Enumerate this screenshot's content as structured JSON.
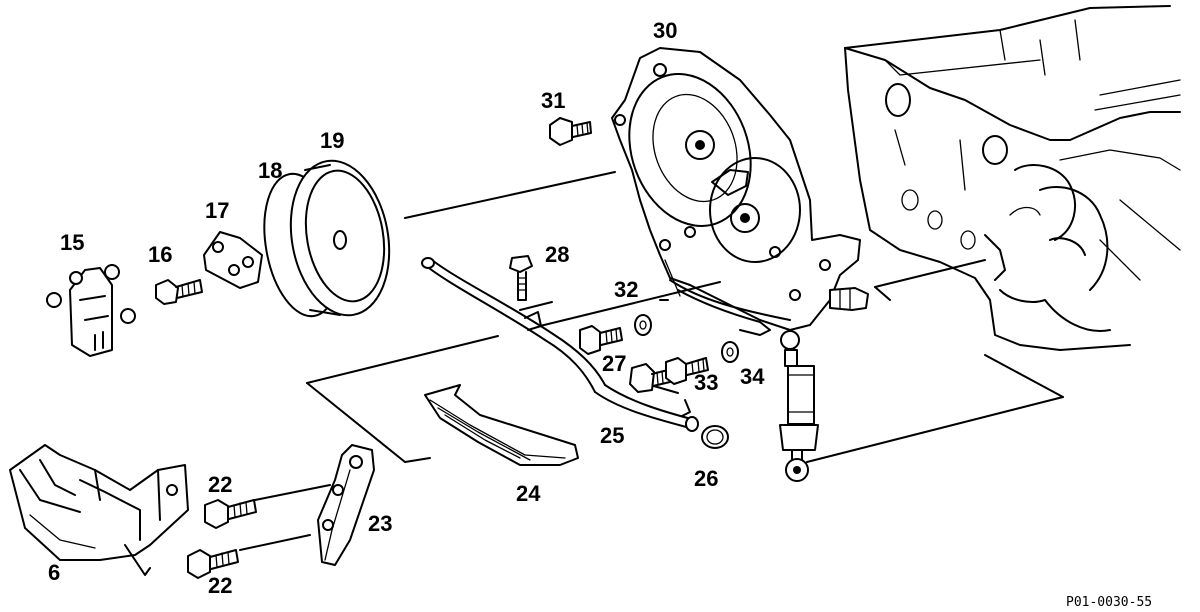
{
  "diagram": {
    "drawing_code": "P01-0030-55",
    "callouts": [
      {
        "id": "c6",
        "text": "6"
      },
      {
        "id": "c15",
        "text": "15"
      },
      {
        "id": "c16",
        "text": "16"
      },
      {
        "id": "c17",
        "text": "17"
      },
      {
        "id": "c18",
        "text": "18"
      },
      {
        "id": "c19",
        "text": "19"
      },
      {
        "id": "c22a",
        "text": "22"
      },
      {
        "id": "c22b",
        "text": "22"
      },
      {
        "id": "c23",
        "text": "23"
      },
      {
        "id": "c24",
        "text": "24"
      },
      {
        "id": "c25",
        "text": "25"
      },
      {
        "id": "c26",
        "text": "26"
      },
      {
        "id": "c27",
        "text": "27"
      },
      {
        "id": "c28",
        "text": "28"
      },
      {
        "id": "c30",
        "text": "30"
      },
      {
        "id": "c31",
        "text": "31"
      },
      {
        "id": "c32",
        "text": "32"
      },
      {
        "id": "c33",
        "text": "33"
      },
      {
        "id": "c34",
        "text": "34"
      }
    ]
  }
}
